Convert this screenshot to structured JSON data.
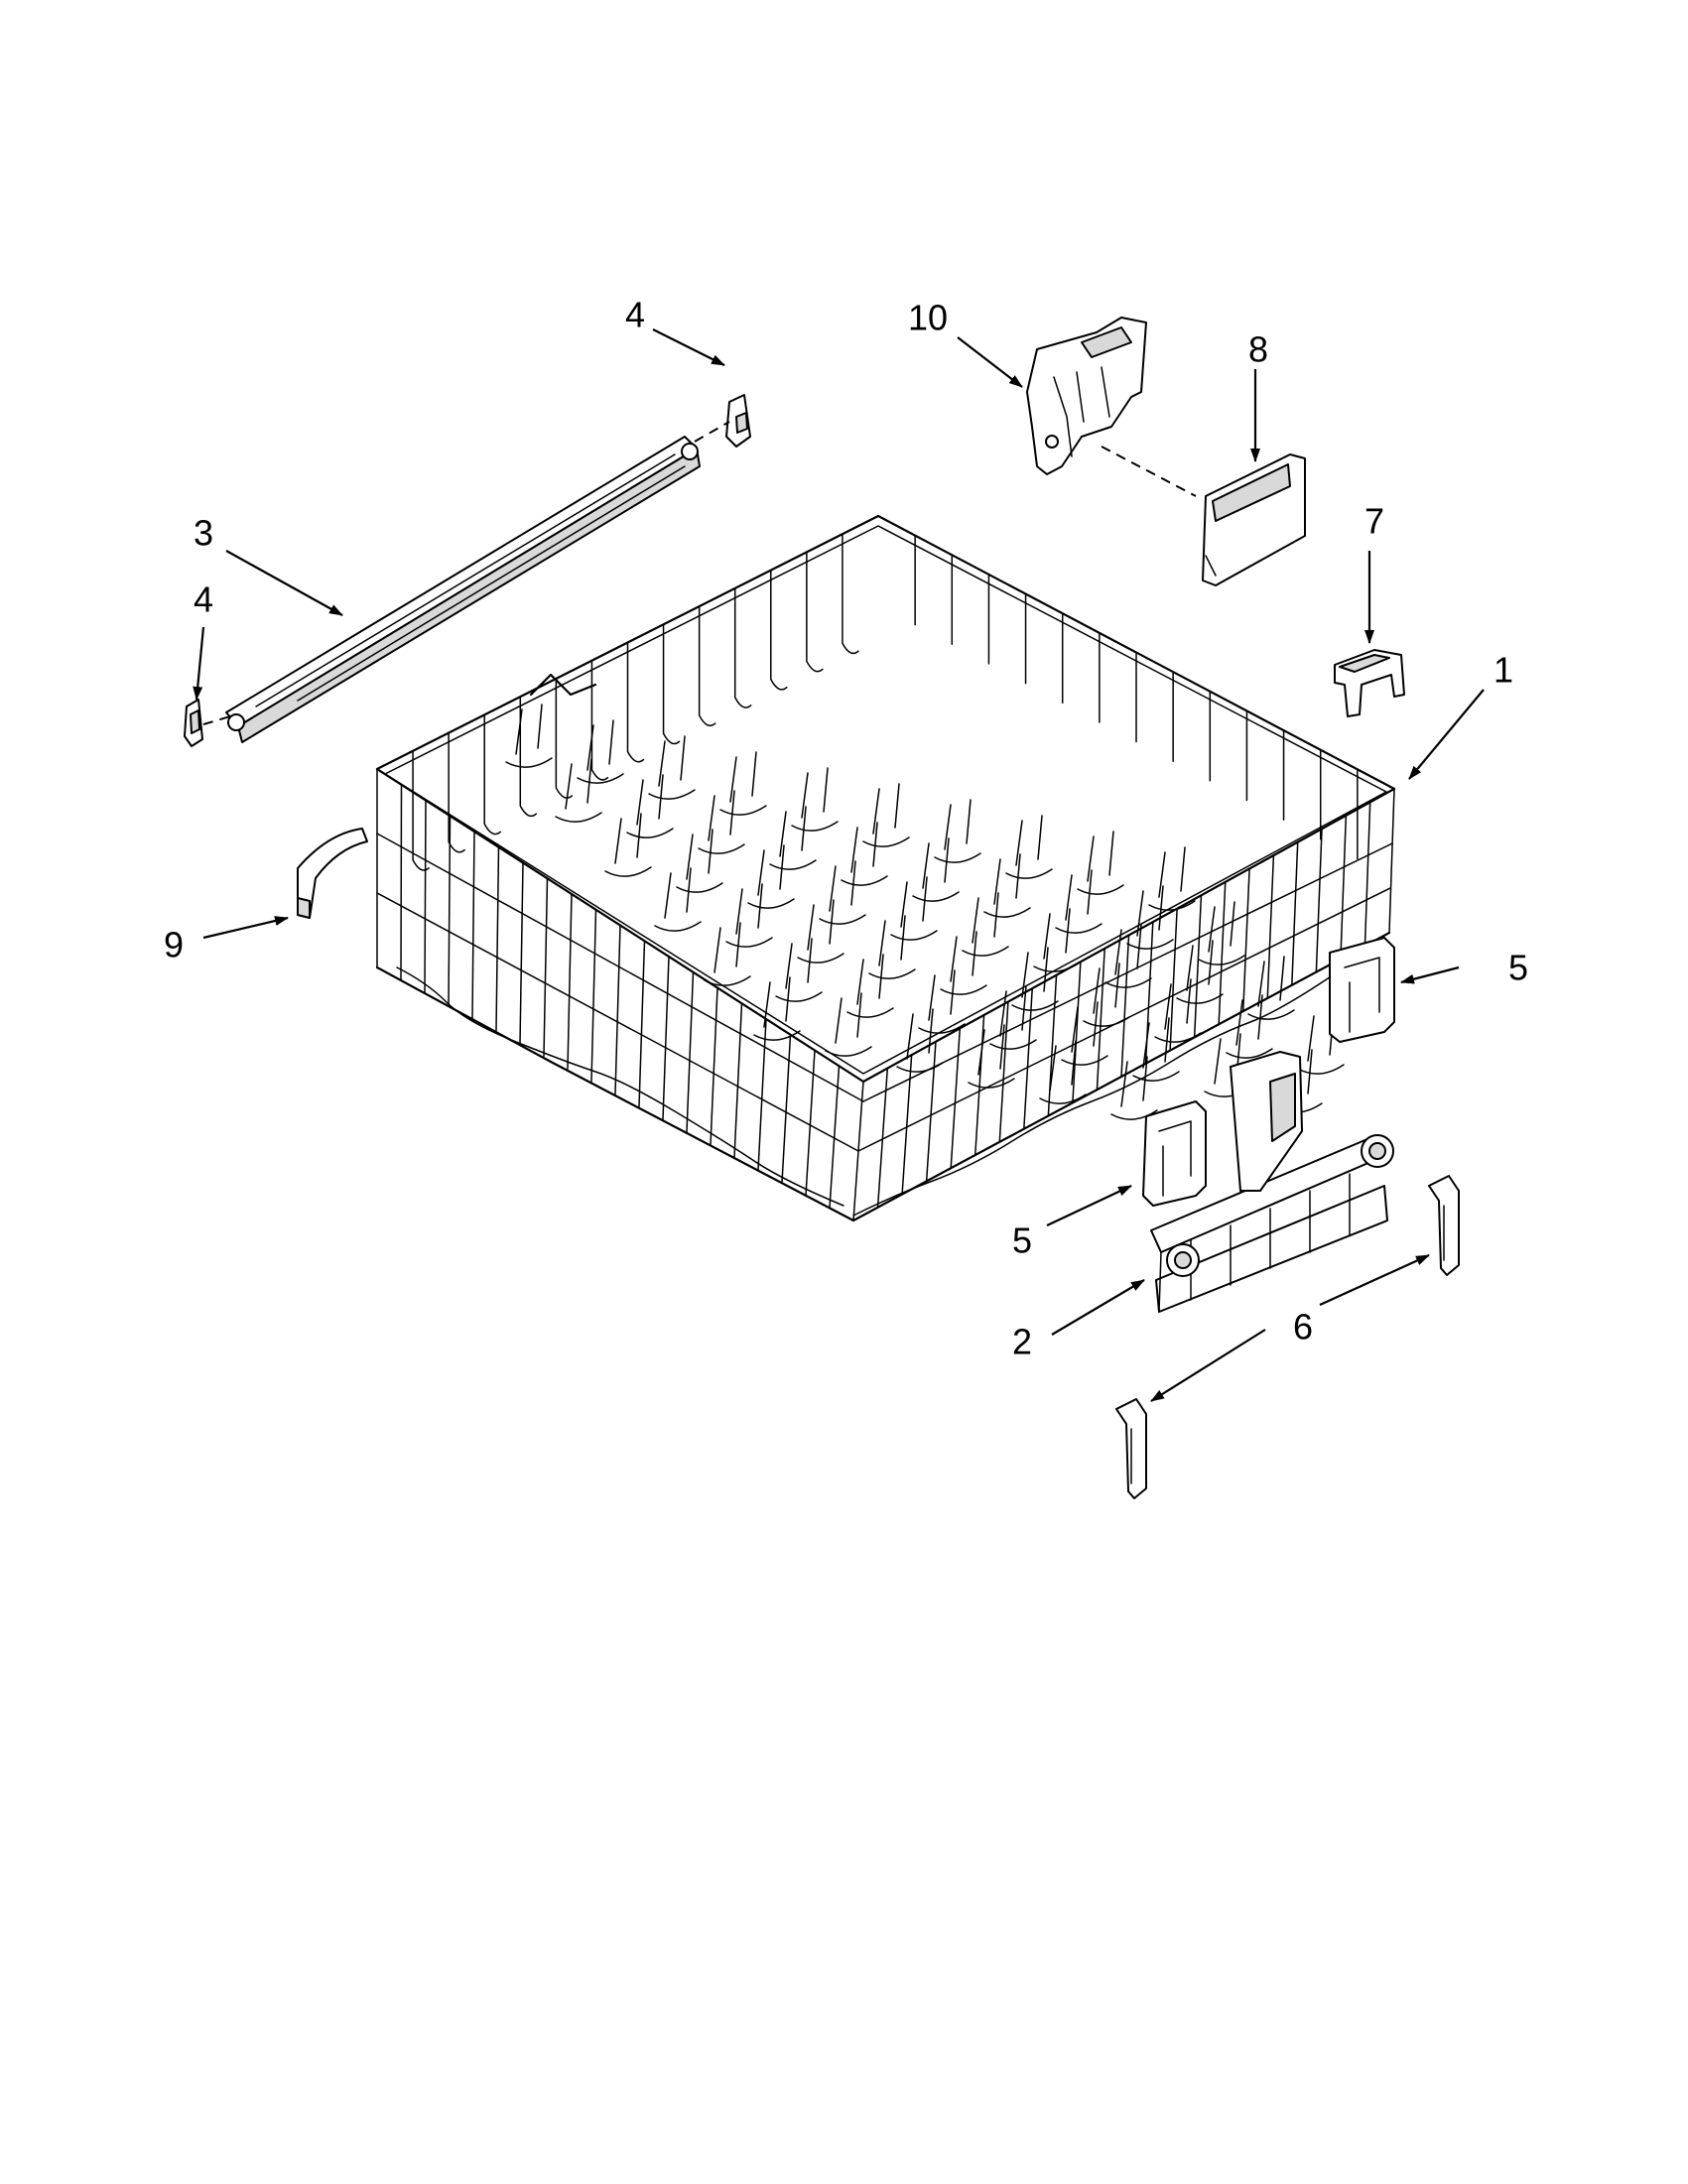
{
  "callouts": [
    {
      "id": "1",
      "label": "1"
    },
    {
      "id": "2",
      "label": "2"
    },
    {
      "id": "3",
      "label": "3"
    },
    {
      "id": "4a",
      "label": "4"
    },
    {
      "id": "4b",
      "label": "4"
    },
    {
      "id": "5a",
      "label": "5"
    },
    {
      "id": "5b",
      "label": "5"
    },
    {
      "id": "6",
      "label": "6"
    },
    {
      "id": "7",
      "label": "7"
    },
    {
      "id": "8",
      "label": "8"
    },
    {
      "id": "9",
      "label": "9"
    },
    {
      "id": "10",
      "label": "10"
    }
  ],
  "colors": {
    "ink": "#000000",
    "paper": "#ffffff",
    "shade": "#d9d9d9"
  }
}
